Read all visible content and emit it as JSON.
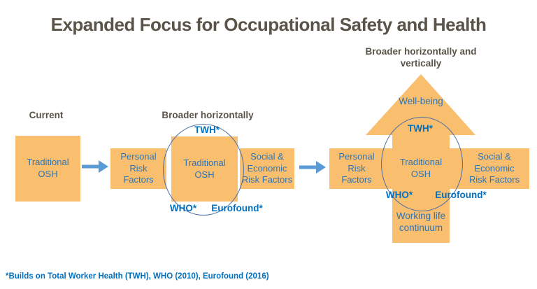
{
  "slide": {
    "title": "Expanded Focus for Occupational Safety and Health",
    "footnote": "*Builds on Total Worker Health (TWH), WHO (2010), Eurofound (2016)"
  },
  "colors": {
    "box_orange": "#F9BE6E",
    "box_text_blue": "#2E75B6",
    "starred_label_blue": "#0070C0",
    "flow_arrow_blue": "#5B9BD5",
    "heading_dark": "#5A5348",
    "ellipse_stroke": "#4D6FA3"
  },
  "current": {
    "label": "Current",
    "box": "Traditional OSH"
  },
  "broader_horizontally": {
    "label": "Broader horizontally",
    "twh": "TWH*",
    "left_box": "Personal Risk Factors",
    "center_box": "Traditional OSH",
    "right_box": "Social & Economic Risk Factors",
    "who": "WHO*",
    "eurofound": "Eurofound*"
  },
  "broader_both": {
    "label": "Broader horizontally and vertically",
    "wellbeing": "Well-being",
    "twh": "TWH*",
    "left_box": "Personal Risk Factors",
    "center_box": "Traditional OSH",
    "right_box": "Social & Economic Risk Factors",
    "who": "WHO*",
    "eurofound": "Eurofound*",
    "continuum": "Working life continuum"
  }
}
